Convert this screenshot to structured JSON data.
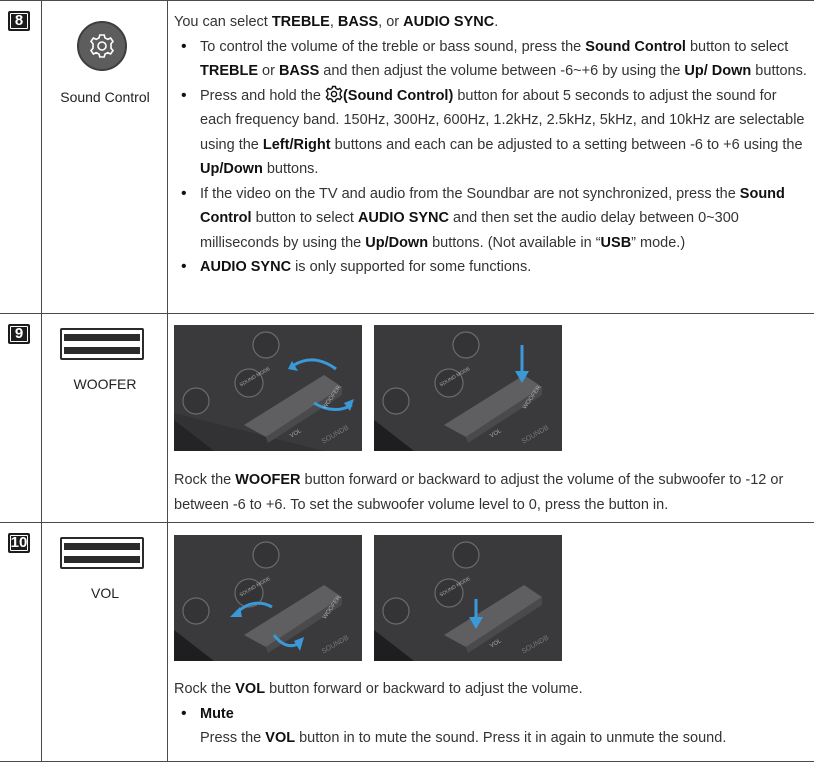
{
  "rows": [
    {
      "number": "8",
      "name": "Sound Control",
      "icon": "gear-icon",
      "intro": {
        "pre": "You can select ",
        "treble": "TREBLE",
        "sep1": ", ",
        "bass": "BASS",
        "sep2": ", or ",
        "audio_sync": "AUDIO SYNC",
        "end": "."
      },
      "bullet1": {
        "a": "To control the volume of the treble or bass sound, press the ",
        "b": "Sound Control",
        "c": " button to select ",
        "d": "TREBLE",
        "e": " or ",
        "f": "BASS",
        "g": " and then adjust the volume between -6~+6 by using the ",
        "h": "Up/ Down",
        "i": " buttons."
      },
      "bullet2": {
        "a": "Press and hold the ",
        "b": "(Sound Control)",
        "c": " button for about 5 seconds to adjust the sound for each frequency band. 150Hz, 300Hz, 600Hz, 1.2kHz, 2.5kHz, 5kHz, and 10kHz are selectable using the ",
        "d": "Left/Right",
        "e": " buttons and each can be adjusted to a setting between -6 to +6 using the ",
        "f": "Up/Down",
        "g": " buttons."
      },
      "bullet3": {
        "a": "If the video on the TV and audio from the Soundbar are not synchronized, press the ",
        "b": "Sound Control",
        "c": " button to select ",
        "d": "AUDIO SYNC",
        "e": " and then set the audio delay between 0~300 milliseconds by using the ",
        "f": "Up/Down",
        "g": " buttons. (Not available in “",
        "h": "USB",
        "i": "” mode.)"
      },
      "bullet4": {
        "a": "AUDIO SYNC",
        "b": " is only supported for some functions."
      }
    },
    {
      "number": "9",
      "name": "WOOFER",
      "photo_labels": {
        "sound_mode": "SOUND MODE",
        "woofer": "WOOFER",
        "vol": "VOL",
        "brand": "SOUNDB"
      },
      "text": {
        "a": "Rock the ",
        "b": "WOOFER",
        "c": " button forward or backward to adjust the volume of the subwoofer to -12 or between -6 to +6. To set the subwoofer volume level to 0, press the button in."
      }
    },
    {
      "number": "10",
      "name": "VOL",
      "photo_labels": {
        "sound_mode": "SOUND MODE",
        "woofer": "WOOFER",
        "vol": "VOL",
        "brand": "SOUNDB"
      },
      "text": {
        "a": "Rock the ",
        "b": "VOL",
        "c": " button forward or backward to adjust the volume."
      },
      "mute_title": "Mute",
      "mute": {
        "a": "Press the ",
        "b": "VOL",
        "c": " button in to mute the sound. Press it in again to unmute the sound."
      }
    }
  ],
  "colors": {
    "badge": "#1c1c1c",
    "arrow": "#3a9ad9",
    "photo_bg": "#2e2e30"
  }
}
